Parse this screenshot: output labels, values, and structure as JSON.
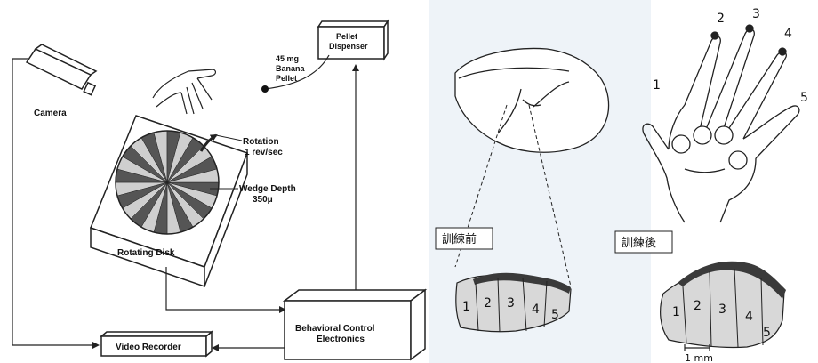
{
  "left_panel": {
    "camera": "Camera",
    "pellet_dispenser": [
      "Pellet",
      "Dispenser"
    ],
    "pellet": [
      "45 mg",
      "Banana",
      "Pellet"
    ],
    "rotation": [
      "Rotation",
      "1 rev/sec"
    ],
    "wedge_depth": [
      "Wedge Depth",
      "350μ"
    ],
    "rotating_disk": "Rotating Disk",
    "behavioral_control": [
      "Behavioral Control",
      "Electronics"
    ],
    "video_recorder": "Video Recorder"
  },
  "right_panel": {
    "before_label": "訓練前",
    "after_label": "訓練後",
    "finger_numbers": [
      "1",
      "2",
      "3",
      "4",
      "5"
    ],
    "scale_bar": "1 mm"
  },
  "colors": {
    "line": "#222222",
    "cortex_fill": "#d8d8d8",
    "dark_band": "#3a3a3a",
    "panel_bg": "#eef3f8"
  }
}
